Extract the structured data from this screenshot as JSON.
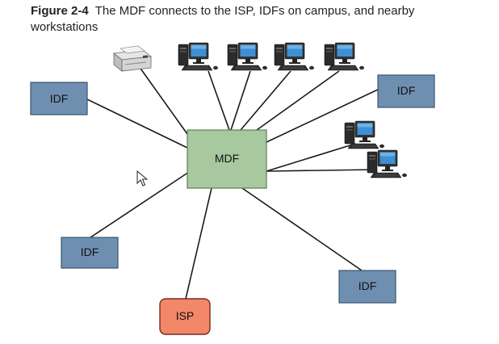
{
  "caption": {
    "label": "Figure 2-4",
    "text": "The MDF connects to the ISP, IDFs on campus, and nearby workstations"
  },
  "nodes": {
    "mdf": "MDF",
    "isp": "ISP",
    "idf": "IDF"
  },
  "colors": {
    "mdf_fill": "#a8c8a0",
    "mdf_stroke": "#5d7f58",
    "idf_fill": "#6f8fb0",
    "idf_stroke": "#3a5573",
    "isp_fill": "#f2876a",
    "isp_stroke": "#7a2a1a",
    "link": "#1a1a1a"
  },
  "icons": {
    "printer": "printer-icon",
    "workstation": "workstation-icon",
    "cursor": "mouse-pointer-icon"
  }
}
